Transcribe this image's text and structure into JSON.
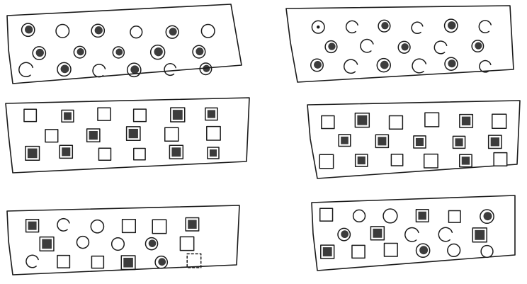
{
  "image": {
    "description_kind": "hand-drawn sketch of six cards with circle and square symbols",
    "ink_color": "#1a1a1a",
    "paper_color": "#ffffff"
  },
  "cards": [
    {
      "name": "card-top-left",
      "rows": [
        [
          "circle-filled",
          "circle-empty",
          "circle-filled",
          "circle-empty",
          "circle-filled",
          "circle-empty"
        ],
        [
          "circle-filled",
          "circle-filled",
          "circle-filled",
          "circle-filled",
          "circle-filled"
        ],
        [
          "circle-open",
          "circle-filled",
          "circle-open",
          "circle-filled",
          "circle-open",
          "circle-filled"
        ]
      ]
    },
    {
      "name": "card-top-right",
      "rows": [
        [
          "circle-dot",
          "circle-open",
          "circle-filled",
          "circle-open",
          "circle-filled",
          "circle-open"
        ],
        [
          "circle-filled",
          "circle-open",
          "circle-filled",
          "circle-open",
          "circle-filled"
        ],
        [
          "circle-filled",
          "circle-open",
          "circle-filled",
          "circle-open",
          "circle-filled",
          "circle-open"
        ]
      ]
    },
    {
      "name": "card-middle-left",
      "rows": [
        [
          "square-empty",
          "square-filled",
          "square-empty",
          "square-empty",
          "square-filled",
          "square-filled"
        ],
        [
          "square-empty",
          "square-filled",
          "square-filled",
          "square-empty",
          "square-empty"
        ],
        [
          "square-filled",
          "square-filled",
          "square-empty",
          "square-empty",
          "square-filled",
          "square-filled"
        ]
      ]
    },
    {
      "name": "card-middle-right",
      "rows": [
        [
          "square-empty",
          "square-filled",
          "square-empty",
          "square-empty",
          "square-filled",
          "square-empty"
        ],
        [
          "square-filled",
          "square-filled",
          "square-filled",
          "square-filled",
          "square-filled"
        ],
        [
          "square-empty",
          "square-filled",
          "square-empty",
          "square-empty",
          "square-filled",
          "square-empty"
        ]
      ]
    },
    {
      "name": "card-bottom-left",
      "rows": [
        [
          "square-filled",
          "circle-open",
          "circle-empty",
          "square-empty",
          "square-empty",
          "square-filled"
        ],
        [
          "square-filled",
          "circle-empty",
          "circle-empty",
          "circle-filled",
          "square-empty"
        ],
        [
          "circle-open",
          "square-empty",
          "square-empty",
          "square-filled",
          "circle-filled",
          "square-dashed"
        ]
      ]
    },
    {
      "name": "card-bottom-right",
      "rows": [
        [
          "square-empty",
          "circle-empty",
          "circle-empty",
          "square-filled",
          "square-empty",
          "circle-filled"
        ],
        [
          "circle-filled",
          "square-filled",
          "circle-open",
          "circle-open",
          "square-filled"
        ],
        [
          "square-filled",
          "square-empty",
          "square-empty",
          "circle-filled",
          "circle-empty",
          "circle-empty"
        ]
      ]
    }
  ]
}
